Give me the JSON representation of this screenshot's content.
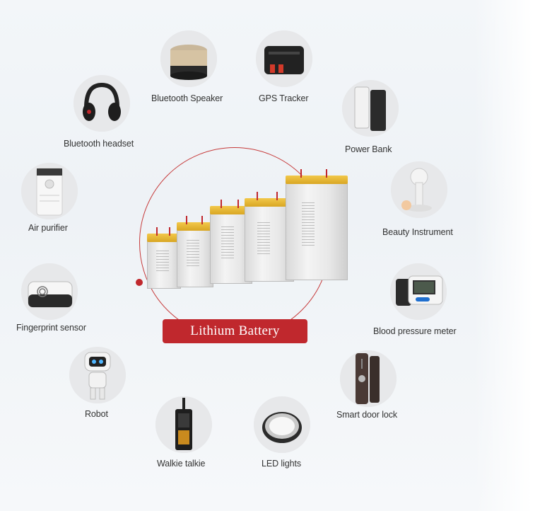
{
  "center": {
    "banner_text": "Lithium Battery",
    "accent_color": "#c0282d"
  },
  "applications": [
    {
      "label": "Bluetooth Speaker",
      "icon": "bluetooth-speaker-icon"
    },
    {
      "label": "GPS Tracker",
      "icon": "gps-tracker-icon"
    },
    {
      "label": "Bluetooth headset",
      "icon": "bluetooth-headset-icon"
    },
    {
      "label": "Power Bank",
      "icon": "power-bank-icon"
    },
    {
      "label": "Air purifier",
      "icon": "air-purifier-icon"
    },
    {
      "label": "Beauty Instrument",
      "icon": "beauty-instrument-icon"
    },
    {
      "label": "Fingerprint sensor",
      "icon": "fingerprint-sensor-icon"
    },
    {
      "label": "Blood pressure meter",
      "icon": "blood-pressure-meter-icon"
    },
    {
      "label": "Robot",
      "icon": "robot-icon"
    },
    {
      "label": "Smart door lock",
      "icon": "smart-door-lock-icon"
    },
    {
      "label": "Walkie talkie",
      "icon": "walkie-talkie-icon"
    },
    {
      "label": "LED lights",
      "icon": "led-lights-icon"
    }
  ]
}
